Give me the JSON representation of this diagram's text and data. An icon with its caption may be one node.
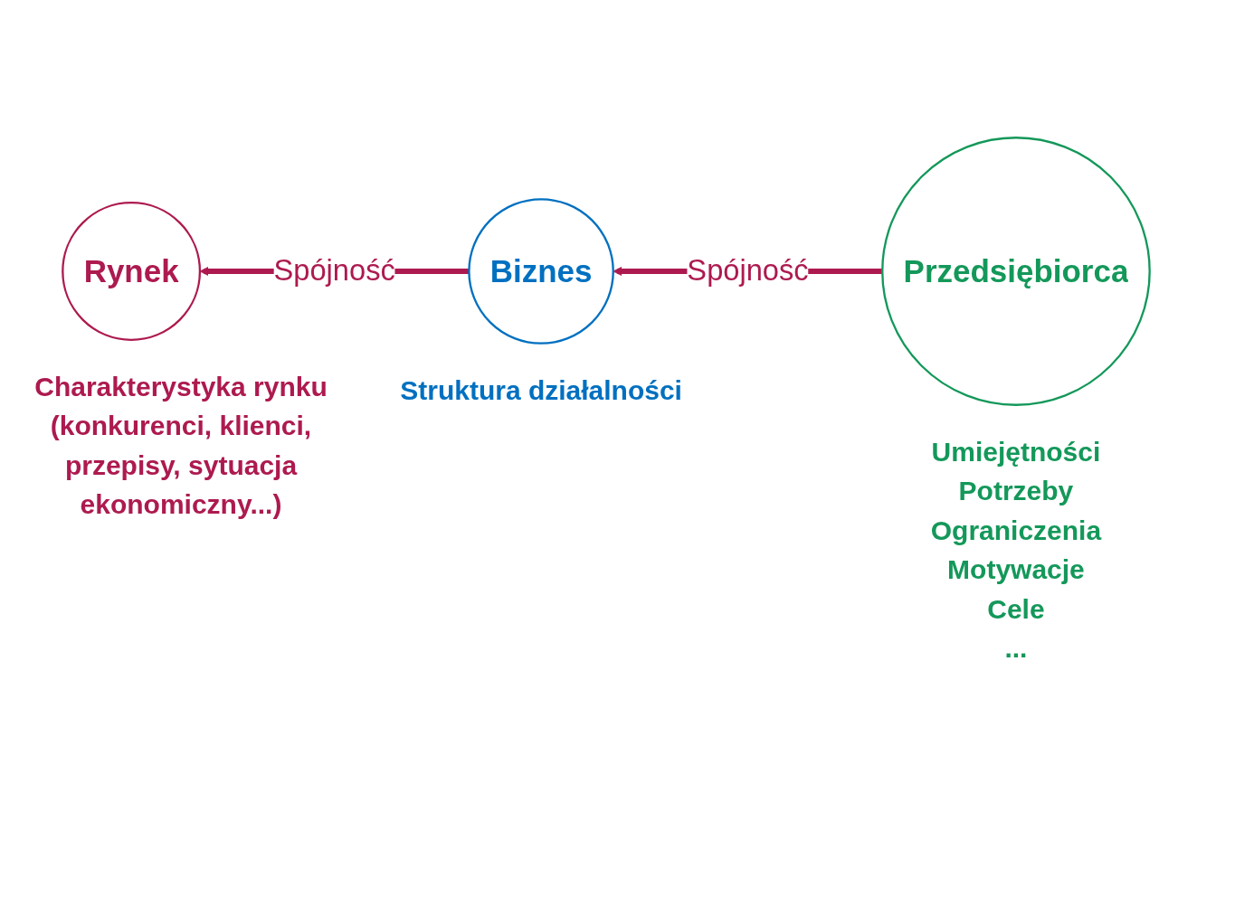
{
  "diagram": {
    "nodes": [
      {
        "text": [
          "Rynek"
        ],
        "beside": [
          "Charakterystyka rynku (konkurenci, klienci, przepisy, sytuacja ekonomiczny...)"
        ]
      },
      {
        "text": [
          "Biznes"
        ],
        "beside": [
          "Struktura działalności"
        ]
      },
      {
        "text": [
          "Przedsiębiorca"
        ],
        "beside": [
          "Umiejętności",
          "Potrzeby",
          "Ograniczenia",
          "Motywacje",
          "Cele",
          "..."
        ]
      }
    ],
    "edges": [
      {
        "from": 1,
        "to": 0,
        "arrow": "to",
        "label": "Spójność"
      },
      {
        "from": 2,
        "to": 1,
        "arrow": "to",
        "label": "Spójność"
      }
    ]
  }
}
